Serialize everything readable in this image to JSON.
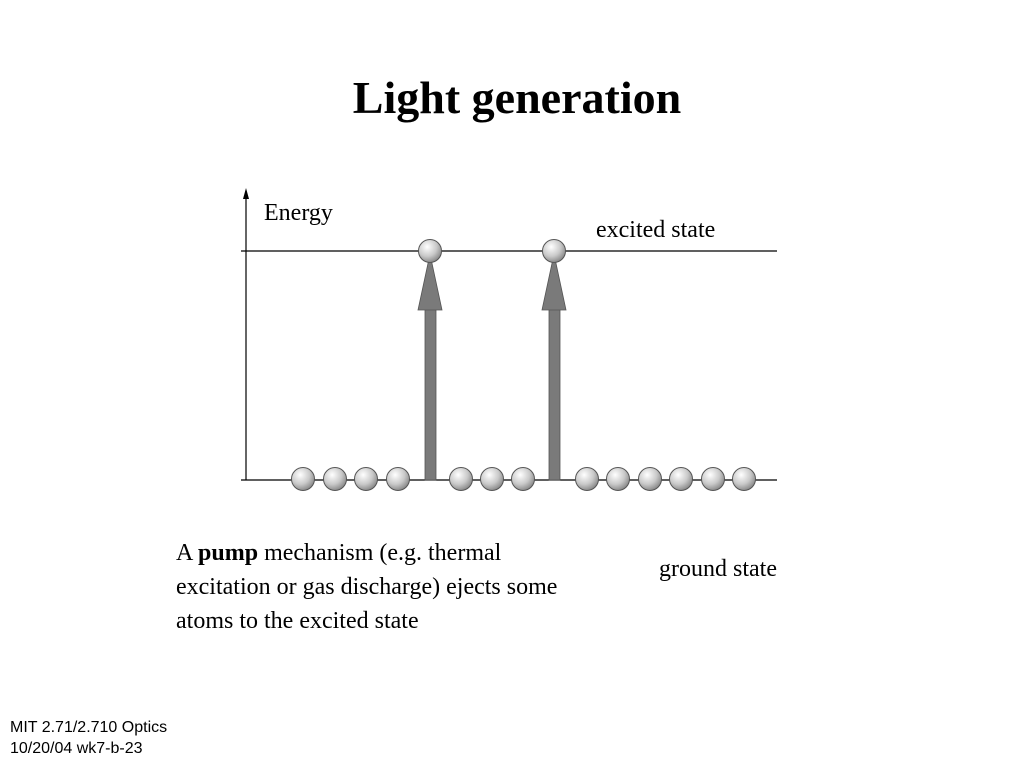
{
  "slide": {
    "title": "Light generation",
    "diagram": {
      "axis_label": "Energy",
      "upper_level_label": "excited state",
      "lower_level_label": "ground state",
      "ground_state_atoms": 13,
      "excited_state_atoms": 2
    },
    "caption": {
      "prefix": "A ",
      "emphasis": "pump",
      "rest": " mechanism (e.g. thermal excitation or gas discharge) ejects some atoms to the excited state"
    },
    "footer": {
      "line1": "MIT 2.71/2.710 Optics",
      "line2": "10/20/04 wk7-b-23"
    }
  }
}
